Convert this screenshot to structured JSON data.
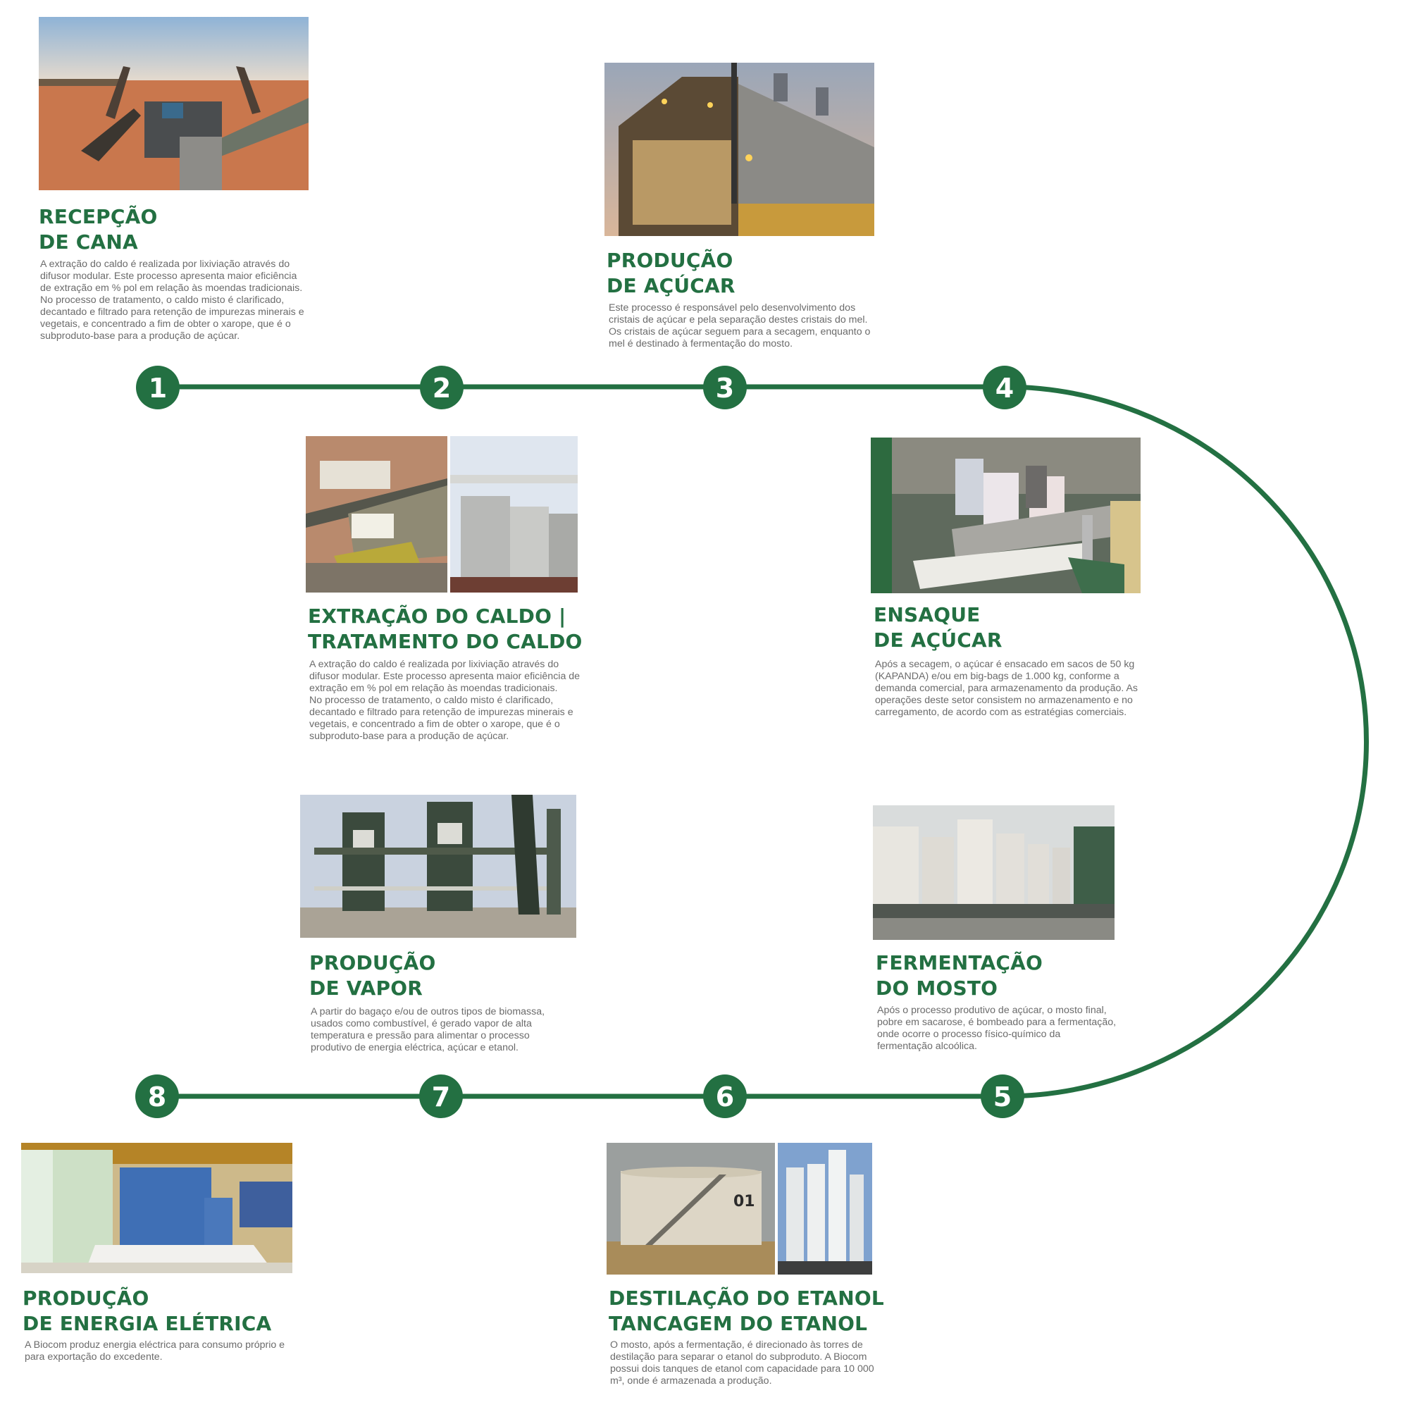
{
  "theme": {
    "accent": "#237042",
    "text_gray": "#6b6b6b"
  },
  "steps": [
    {
      "number": "1",
      "title_line1": "RECEPÇÃO",
      "title_line2": "DE CANA",
      "photo": "sugarcane-reception-photo",
      "desc": [
        "A extração do caldo é realizada por lixiviação através do",
        "difusor modular. Este processo apresenta maior eficiência",
        "de extração em % pol em relação às moendas tradicionais.",
        "No processo de tratamento, o caldo misto é clarificado,",
        "decantado e filtrado para retenção de impurezas minerais e",
        "vegetais, e concentrado a fim de obter o xarope, que é o",
        "subproduto-base para a produção de açúcar."
      ]
    },
    {
      "number": "2",
      "title_line1": "EXTRAÇÃO DO CALDO |",
      "title_line2": "TRATAMENTO DO CALDO",
      "photo": "diffuser-and-evaporator-photos",
      "desc": [
        "A extração do caldo é realizada por lixiviação através do",
        "difusor modular. Este processo apresenta maior eficiência de",
        "extração em % pol em relação às moendas tradicionais.",
        "No processo de tratamento, o caldo misto é clarificado,",
        "decantado e filtrado para retenção de impurezas minerais e",
        "vegetais, e concentrado a fim de obter o xarope, que é o",
        "subproduto-base para a produção de açúcar."
      ]
    },
    {
      "number": "3",
      "title_line1": "PRODUÇÃO",
      "title_line2": "DE AÇÚCAR",
      "photo": "sugar-factory-night-photo",
      "desc": [
        "Este processo é responsável pelo desenvolvimento dos",
        "cristais de açúcar e pela separação destes cristais do mel.",
        "Os cristais de açúcar seguem para a secagem, enquanto o",
        "mel é destinado à fermentação do mosto."
      ]
    },
    {
      "number": "4",
      "title_line1": "ENSAQUE",
      "title_line2": "DE AÇÚCAR",
      "photo": "sugar-bagging-photo",
      "desc": [
        "Após a secagem, o açúcar é ensacado em sacos de 50 kg",
        "(KAPANDA) e/ou em big-bags de 1.000 kg, conforme a",
        "demanda comercial, para armazenamento da produção. As",
        "operações deste setor consistem no armazenamento e no",
        "carregamento, de acordo com as estratégias comerciais."
      ]
    },
    {
      "number": "5",
      "title_line1": "FERMENTAÇÃO",
      "title_line2": "DO MOSTO",
      "photo": "fermentation-tanks-photo",
      "desc": [
        "Após o processo produtivo de açúcar, o mosto final,",
        "pobre em sacarose, é bombeado para a fermentação,",
        "onde ocorre o processo físico-químico da",
        "fermentação alcoólica."
      ]
    },
    {
      "number": "6",
      "title_line1": "DESTILAÇÃO DO ETANOL",
      "title_line2": "TANCAGEM DO ETANOL",
      "photo": "ethanol-tank-and-distillery-photos",
      "tank_label": "01",
      "desc": [
        "O mosto, após a fermentação, é direcionado às torres de",
        "destilação para separar o etanol do subproduto. A Biocom",
        "possui dois tanques de etanol com capacidade para 10 000",
        "m³, onde é armazenada a produção."
      ]
    },
    {
      "number": "7",
      "title_line1": "PRODUÇÃO",
      "title_line2": "DE VAPOR",
      "photo": "boiler-plant-photo",
      "desc": [
        "A partir do bagaço e/ou de outros tipos de biomassa,",
        "usados como combustível, é gerado vapor de alta",
        "temperatura e pressão para alimentar o processo",
        "produtivo de energia eléctrica, açúcar e etanol."
      ]
    },
    {
      "number": "8",
      "title_line1": "PRODUÇÃO",
      "title_line2": "DE ENERGIA ELÉTRICA",
      "photo": "turbo-generator-photo",
      "desc": [
        "A Biocom produz energia eléctrica para consumo próprio e",
        "para exportação do excedente."
      ]
    }
  ]
}
